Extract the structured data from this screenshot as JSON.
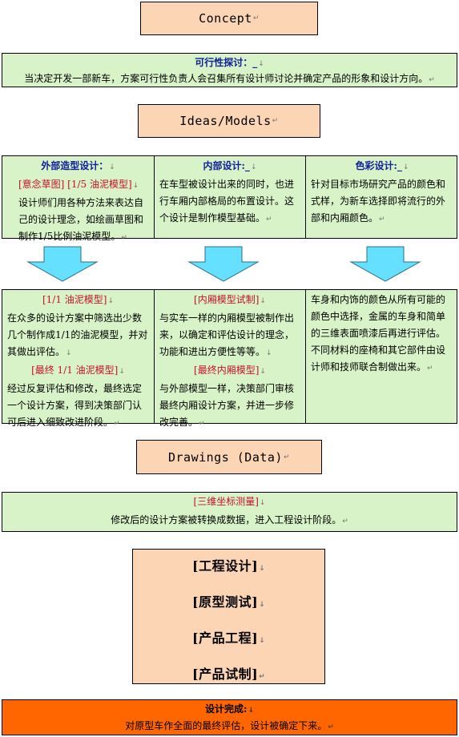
{
  "stages": {
    "concept": "Concept",
    "ideas": "Ideas/Models",
    "drawings": "Drawings (Data)"
  },
  "feasibility": {
    "title": "可行性探讨：_",
    "text": "当决定开发一部新车，方案可行性负责人会召集所有设计师讨论并确定产品的形象和设计方向。"
  },
  "design_row": {
    "exterior": {
      "title": "外部造型设计：",
      "tag": "[意念草图] [1/5 油泥模型]",
      "text": "设计师们用各种方法来表达自己的设计理念，如绘画草图和制作1/5比例油泥模型。"
    },
    "interior": {
      "title": "内部设计:_",
      "text": "在车型被设计出来的同时，也进行车厢内部格局的布置设计。这个设计是制作模型基础。"
    },
    "color": {
      "title": "色彩设计:_",
      "text": "针对目标市场研究产品的颜色和式样，为新车选择即将流行的外部和内厢颜色。"
    }
  },
  "model_row": {
    "clay": {
      "tag1": "[1/1 油泥模型]",
      "text1": "在众多的设计方案中筛选出少数几个制作成1/1的油泥模型，并对其做出评估。",
      "tag2": "[最终 1/1 油泥模型]",
      "text2": "经过反复评估和修改，最终选定一个设计方案，得到决策部门认可后进入细致改进阶段。"
    },
    "interior_model": {
      "tag1": "[内厢模型试制]",
      "text1": "与实车一样的内厢模型被制作出来，以确定和评估设计的理念，功能和进出方便性等等。",
      "tag2": "[最终内厢模型]",
      "text2": "与外部模型一样，决策部门审核最终内厢设计方案，并进一步修改完善。"
    },
    "color_text": "车身和内饰的颜色从所有可能的颜色中选择，金属的车身和简单的三维表面喷漆后再进行评估。不同材料的座椅和其它部件由设计师和技师联合制做出来。"
  },
  "measure": {
    "tag": "[三维坐标测量]",
    "text": "修改后的设计方案被转换成数据，进入工程设计阶段。"
  },
  "engineering": {
    "items": [
      "[工程设计]",
      "[原型测试]",
      "[产品工程]",
      "[产品试制]"
    ]
  },
  "completion": {
    "title": "设计完成:",
    "text": "对原型车作全面的最终评估，设计被确定下来。"
  },
  "colors": {
    "stage_fill": "#fcd5b4",
    "panel_fill": "#d8f3c8",
    "arrow_fill": "#66e0ff",
    "final_fill": "#ff6600",
    "title_blue": "#10209a",
    "tag_red": "#c8102e"
  }
}
